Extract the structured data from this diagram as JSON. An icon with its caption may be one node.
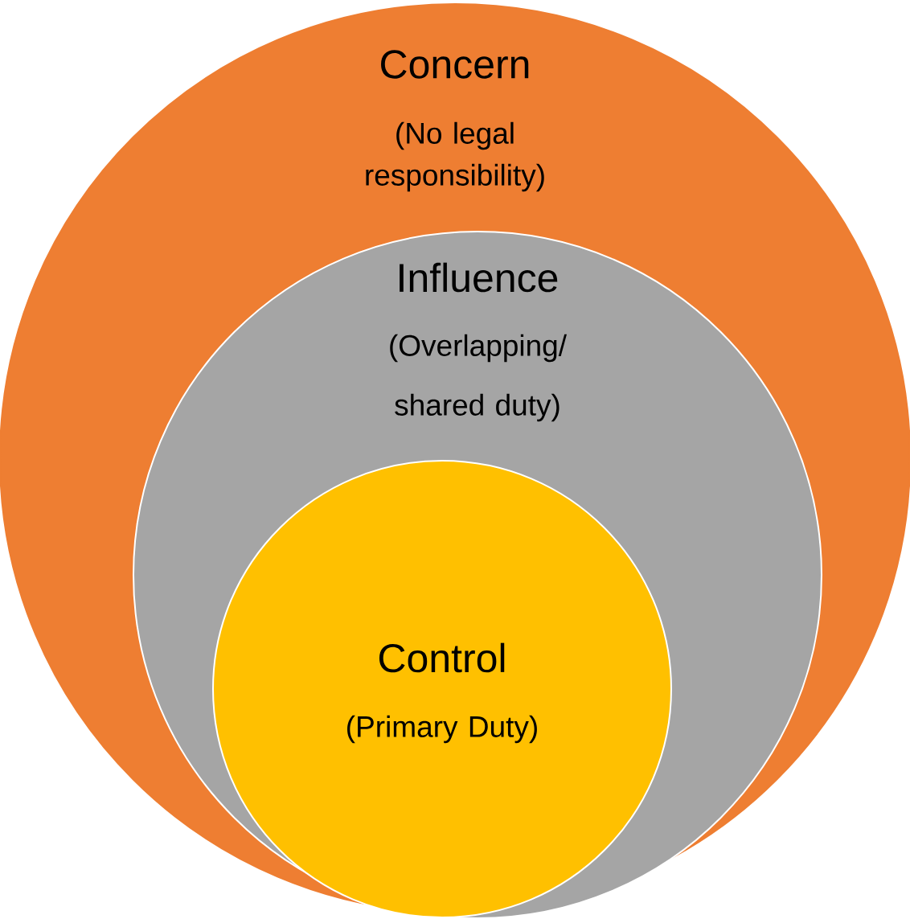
{
  "diagram": {
    "nodes": [
      {
        "text": [
          "Concern",
          "(No legal responsibility)"
        ]
      },
      {
        "text": [
          "Influence",
          "(Overlapping/ shared duty)"
        ],
        "in": 0
      },
      {
        "text": [
          "Control",
          "(Primary Duty)"
        ],
        "in": 1
      }
    ]
  }
}
